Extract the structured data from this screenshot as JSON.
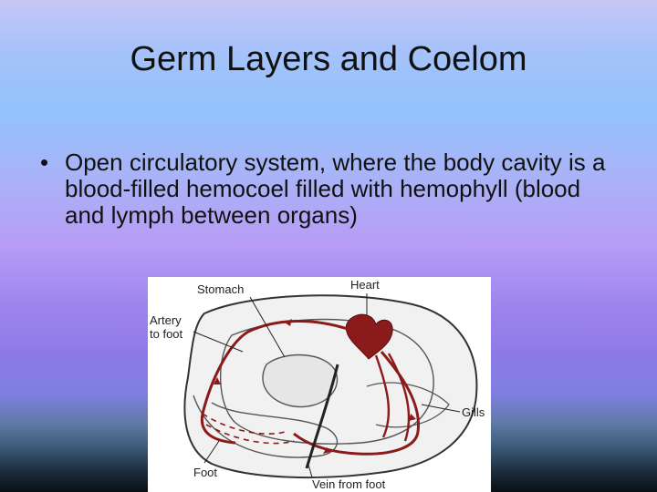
{
  "slide": {
    "title": "Germ Layers and Coelom",
    "bullet_marker": "•",
    "bullet_text": "Open circulatory system, where the body cavity is a blood-filled hemocoel filled with hemophyll (blood and lymph between organs)"
  },
  "diagram": {
    "labels": {
      "stomach": "Stomach",
      "heart": "Heart",
      "artery_line1": "Artery",
      "artery_line2": "to foot",
      "gills": "Gills",
      "foot": "Foot",
      "vein": "Vein from foot"
    },
    "colors": {
      "blood": "#8b1a1a",
      "outline": "#333333"
    }
  }
}
